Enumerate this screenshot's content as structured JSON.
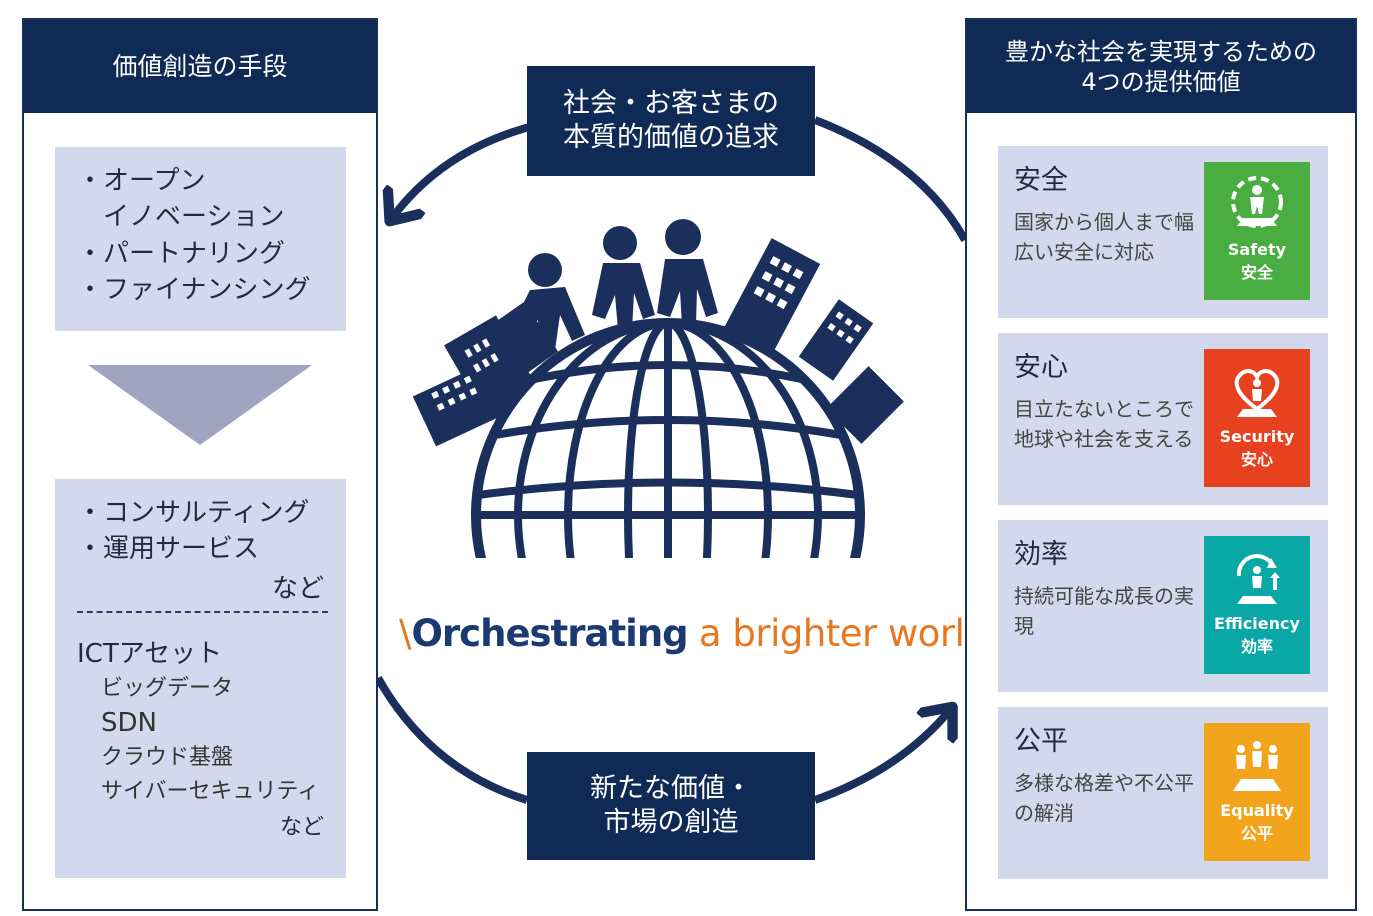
{
  "left": {
    "header": "価値創造の手段",
    "group1": [
      "オープン\nイノベーション",
      "パートナリング",
      "ファイナンシング"
    ],
    "group2": [
      "コンサルティング",
      "運用サービス"
    ],
    "group2_suffix": "など",
    "ict_title": "ICTアセット",
    "ict_items": [
      "ビッグデータ",
      "SDN",
      "クラウド基盤",
      "サイバーセキュリティ"
    ],
    "ict_suffix": "など"
  },
  "center": {
    "top_label_line1": "社会・お客さまの",
    "top_label_line2": "本質的価値の追求",
    "bottom_label_line1": "新たな価値・",
    "bottom_label_line2": "市場の創造",
    "slogan_mark": "\\",
    "slogan_bold": "Orchestrating",
    "slogan_rest": " a brighter world"
  },
  "right": {
    "header_line1": "豊かな社会を実現するための",
    "header_line2": "4つの提供価値",
    "values": [
      {
        "title": "安全",
        "desc": "国家から個人まで幅広い安全に対応",
        "badge_en": "Safety",
        "badge_ja": "安全",
        "color": "#4aad41",
        "icon": "safety-icon"
      },
      {
        "title": "安心",
        "desc": "目立たないところで地球や社会を支える",
        "badge_en": "Security",
        "badge_ja": "安心",
        "color": "#e8411f",
        "icon": "security-icon"
      },
      {
        "title": "効率",
        "desc": "持続可能な成長の実現",
        "badge_en": "Efficiency",
        "badge_ja": "効率",
        "color": "#0aa7a7",
        "icon": "efficiency-icon"
      },
      {
        "title": "公平",
        "desc": "多様な格差や不公平の解消",
        "badge_en": "Equality",
        "badge_ja": "公平",
        "color": "#f2a51c",
        "icon": "equality-icon"
      }
    ]
  },
  "colors": {
    "navy": "#0f2a55",
    "box": "#d4d8ec",
    "arrow": "#9fa5c1",
    "orange": "#e8771e"
  }
}
